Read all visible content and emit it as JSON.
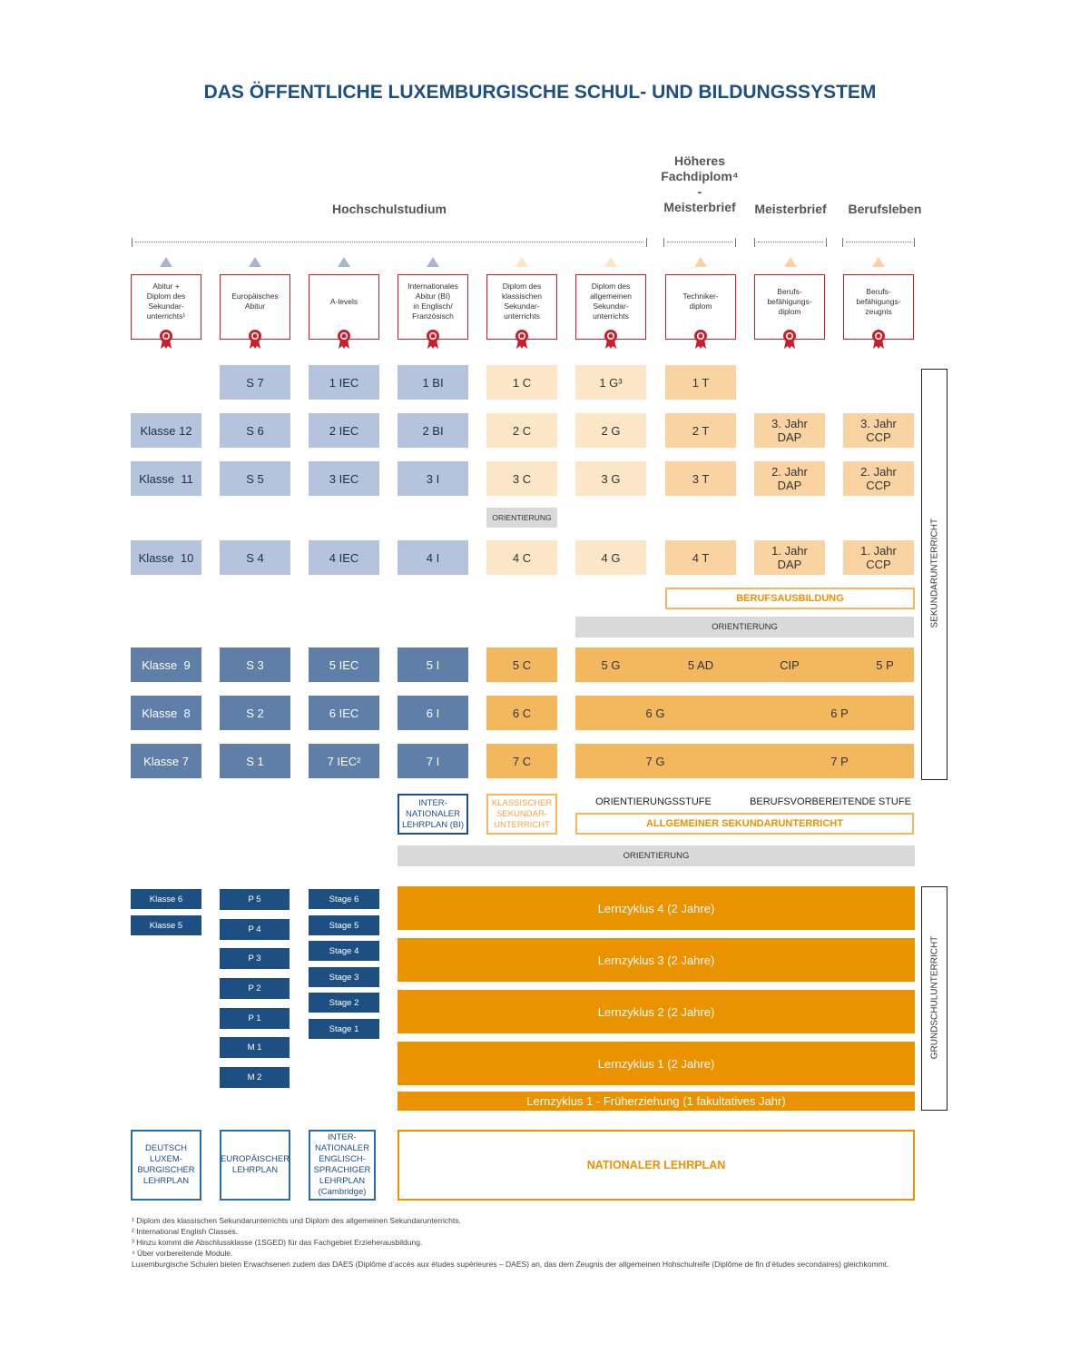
{
  "title": "DAS ÖFFENTLICHE LUXEMBURGISCHE SCHUL- UND BILDUNGSSYSTEM",
  "headers": {
    "hochschulstudium": "Hochschulstudium",
    "hoeheres": "Höheres\nFachdiplom⁴\n-\nMeisterbrief",
    "meisterbrief": "Meisterbrief",
    "berufsleben": "Berufsleben"
  },
  "diplomas": [
    "Abitur +\nDiplom des\nSekundar-\nunterrichts¹",
    "Europäisches\nAbitur",
    "A-levels",
    "Internationales\nAbitur (BI)\nin Englisch/\nFranzösisch",
    "Diplom des\nklassischen\nSekundar-\nunterrichts",
    "Diplom des\nallgemeinen\nSekundar-\nunterrichts",
    "Techniker-\ndiplom",
    "Berufs-\nbefähigungs-\ndiplom",
    "Berufs-\nbefähigungs-\nzeugnis"
  ],
  "rows": {
    "r1": [
      "S 7",
      "1 IEC",
      "1 BI",
      "1 C",
      "1 G³",
      "1 T"
    ],
    "r2": [
      "Klasse 12",
      "S 6",
      "2 IEC",
      "2 BI",
      "2 C",
      "2 G",
      "2 T",
      "3. Jahr\nDAP",
      "3. Jahr\nCCP"
    ],
    "r3": [
      "Klasse  11",
      "S 5",
      "3 IEC",
      "3 I",
      "3 C",
      "3 G",
      "3 T",
      "2. Jahr\nDAP",
      "2. Jahr\nCCP"
    ],
    "r4": [
      "Klasse  10",
      "S 4",
      "4 IEC",
      "4 I",
      "4 C",
      "4 G",
      "4 T",
      "1. Jahr\nDAP",
      "1. Jahr\nCCP"
    ],
    "r5": [
      "Klasse  9",
      "S 3",
      "5 IEC",
      "5 I",
      "5 C",
      "5 G",
      "5 AD",
      "CIP",
      "5 P"
    ],
    "r6": [
      "Klasse  8",
      "S 2",
      "6 IEC",
      "6 I",
      "6 C",
      "6 G",
      "6 P"
    ],
    "r7": [
      "Klasse 7",
      "S 1",
      "7 IEC²",
      "7 I",
      "7 C",
      "7 G",
      "7 P"
    ]
  },
  "labels": {
    "orientierung": "ORIENTIERUNG",
    "berufsausbildung": "BERUFSAUSBILDUNG",
    "orientierungsstufe": "ORIENTIERUNGSSTUFE",
    "berufsvorbereitende": "BERUFSVORBEREITENDE STUFE",
    "allgemeiner": "ALLGEMEINER SEKUNDARUNTERRICHT",
    "international_bi": "INTER-\nNATIONALER\nLEHRPLAN (BI)",
    "klassischer": "KLASSISCHER\nSEKUNDAR-\nUNTERRICHT",
    "sekundarunterricht": "SEKUNDARUNTERRICHT",
    "grundschulunterricht": "GRUNDSCHULUNTERRICHT"
  },
  "primary": {
    "klasse": [
      "Klasse 6",
      "Klasse 5"
    ],
    "p": [
      "P 5",
      "P 4",
      "P 3",
      "P 2",
      "P 1",
      "M 1",
      "M 2"
    ],
    "stage": [
      "Stage 6",
      "Stage 5",
      "Stage 4",
      "Stage 3",
      "Stage 2",
      "Stage 1"
    ],
    "lernzyklus": [
      "Lernzyklus 4 (2 Jahre)",
      "Lernzyklus 3 (2 Jahre)",
      "Lernzyklus 2 (2 Jahre)",
      "Lernzyklus 1 (2 Jahre)"
    ],
    "frueh": "Lernzyklus 1 - Früherziehung (1 fakultatives Jahr)"
  },
  "curricula": [
    "DEUTSCH\nLUXEM-\nBURGISCHER\nLEHRPLAN",
    "EUROPÄISCHER\nLEHRPLAN",
    "INTER-\nNATIONALER\nENGLISCH-\nSPRACHIGER\nLEHRPLAN\n(Cambridge)",
    "NATIONALER LEHRPLAN"
  ],
  "footnotes": [
    "¹ Diplom des klassischen Sekundarunterrichts und Diplom des allgemeinen Sekundarunterrichts.",
    "² International English Classes.",
    "³ Hinzu kommt die Abschlussklasse (1SGED) für das Fachgebiet Erzieherausbildung.",
    "⁴ Über vorbereitende Module.",
    "Luxemburgische Schulen bieten Erwachsenen zudem das DAES (Diplôme d’accès aux études supérieures – DAES) an, das dem Zeugnis der allgemeinen Hohschulreife (Diplôme de fin d’études secondaires) gleichkommt."
  ],
  "colors": {
    "title_blue": "#1d4f82",
    "light_blue": "#b5c3dc",
    "mid_blue": "#5f7ea8",
    "dark_blue": "#1d4f82",
    "pale_orange": "#fbe6c8",
    "light_orange": "#f9d4a2",
    "mid_orange": "#f3b75e",
    "deep_orange": "#eb9200",
    "diploma_red": "#c8202c"
  }
}
